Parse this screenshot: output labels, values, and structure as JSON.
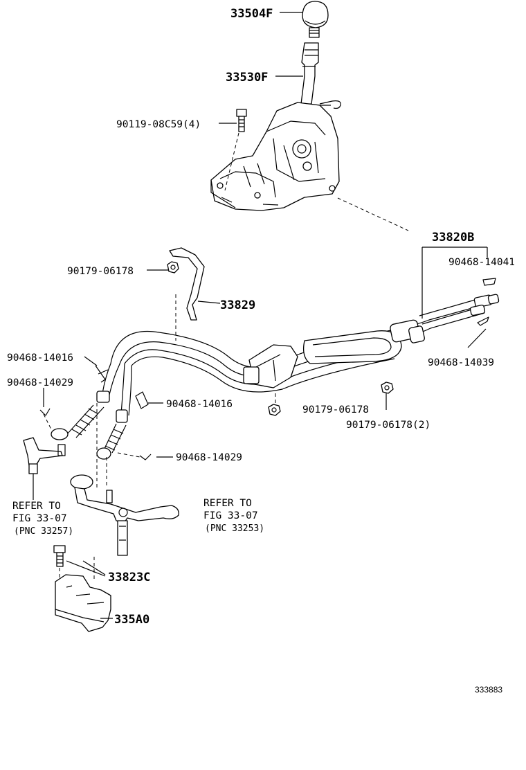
{
  "parts": {
    "p33504F": "33504F",
    "p33530F": "33530F",
    "p90119": "90119-08C59(4)",
    "p33820B": "33820B",
    "p90468_14041": "90468-14041",
    "p90179_a": "90179-06178",
    "p33829": "33829",
    "p90468_14016_a": "90468-14016",
    "p90468_14029_a": "90468-14029",
    "p90468_14016_b": "90468-14016",
    "p90468_14039": "90468-14039",
    "p90179_b": "90179-06178",
    "p90179_c": "90179-06178(2)",
    "p90468_14029_b": "90468-14029",
    "p33823C": "33823C",
    "p335A0": "335A0"
  },
  "refs": {
    "left": {
      "line1": "REFER TO",
      "line2": "FIG 33-07",
      "line3": "(PNC 33257)"
    },
    "right": {
      "line1": "REFER TO",
      "line2": "FIG 33-07",
      "line3": "(PNC 33253)"
    }
  },
  "figure_id": "333883"
}
